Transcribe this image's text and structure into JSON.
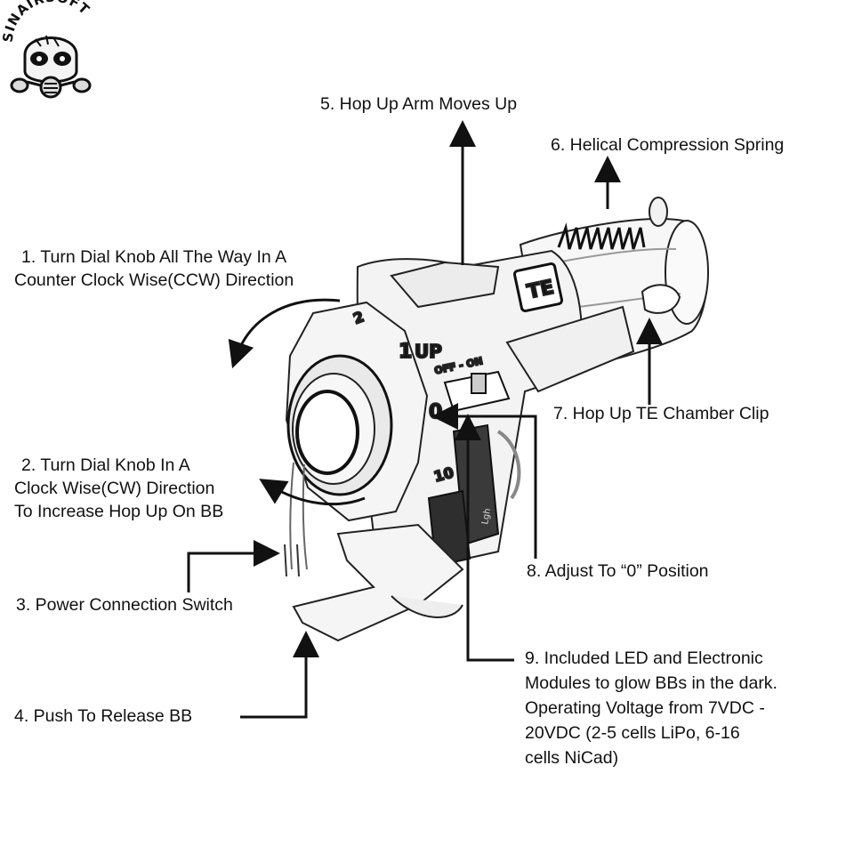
{
  "logo": {
    "brand_text": "SINAIRSOFT"
  },
  "callouts": {
    "c1": {
      "line1": "1.  Turn Dial Knob All The Way In A",
      "line2": "Counter Clock Wise(CCW) Direction"
    },
    "c2": {
      "line1": "2.  Turn Dial Knob In A",
      "line2": "Clock Wise(CW) Direction",
      "line3": "To Increase Hop Up On BB"
    },
    "c3": "3. Power Connection Switch",
    "c4": "4. Push To Release BB",
    "c5": "5. Hop Up Arm Moves Up",
    "c6": "6. Helical Compression Spring",
    "c7": "7. Hop Up TE Chamber Clip",
    "c8": "8. Adjust To “0” Position",
    "c9": {
      "line1": "9. Included LED and Electronic",
      "line2": "Modules to glow BBs in the dark.",
      "line3": "Operating Voltage from 7VDC -",
      "line4": "20VDC (2-5 cells LiPo, 6-16",
      "line5": "cells NiCad)"
    }
  },
  "part_markings": {
    "brand_badge": "TE",
    "dial_numbers": [
      "2",
      "1",
      "0",
      "10"
    ],
    "up_label": "UP",
    "switch_label": "OFF - ON",
    "module_label": "Lgh"
  }
}
